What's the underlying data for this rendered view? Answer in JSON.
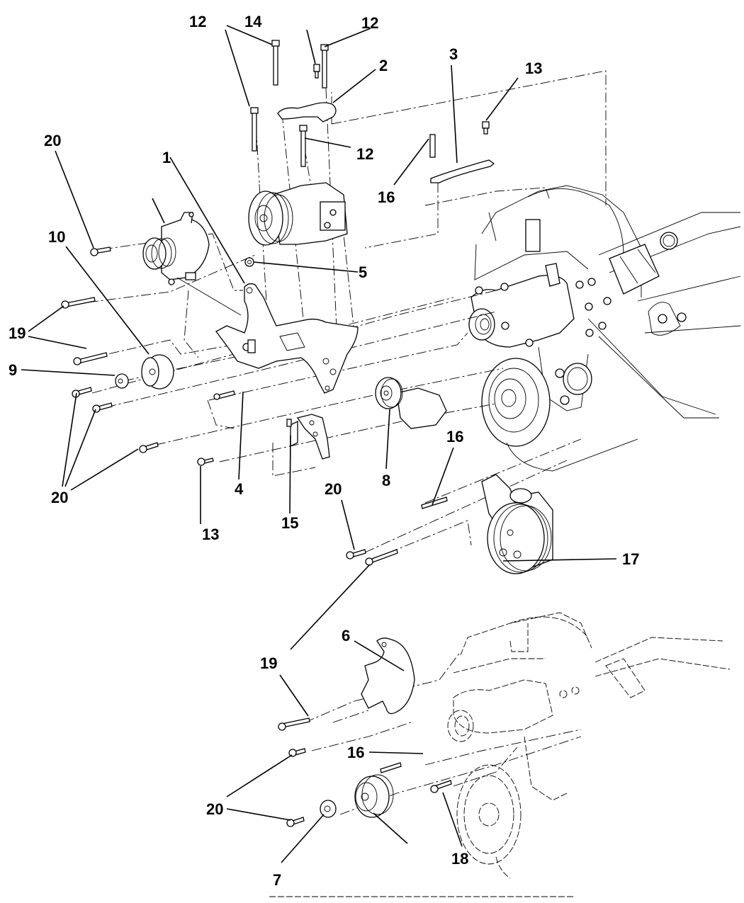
{
  "diagram": {
    "title": "Alternator, A/C Compressor & Power Steering Pump Mounting",
    "colors": {
      "ink": "#000000",
      "paper": "#ffffff"
    },
    "callouts": [
      {
        "id": "c12a",
        "label": "12"
      },
      {
        "id": "c14",
        "label": "14"
      },
      {
        "id": "c12b",
        "label": "12"
      },
      {
        "id": "c2",
        "label": "2"
      },
      {
        "id": "c3",
        "label": "3"
      },
      {
        "id": "c13a",
        "label": "13"
      },
      {
        "id": "c12c",
        "label": "12"
      },
      {
        "id": "c20a",
        "label": "20"
      },
      {
        "id": "c1",
        "label": "1"
      },
      {
        "id": "c12d",
        "label": "12"
      },
      {
        "id": "c16a",
        "label": "16"
      },
      {
        "id": "c10",
        "label": "10"
      },
      {
        "id": "c5",
        "label": "5"
      },
      {
        "id": "c19a",
        "label": "19"
      },
      {
        "id": "c9",
        "label": "9"
      },
      {
        "id": "c20b",
        "label": "20"
      },
      {
        "id": "c16b",
        "label": "16"
      },
      {
        "id": "c13b",
        "label": "13"
      },
      {
        "id": "c4",
        "label": "4"
      },
      {
        "id": "c15",
        "label": "15"
      },
      {
        "id": "c8",
        "label": "8"
      },
      {
        "id": "c20c",
        "label": "20"
      },
      {
        "id": "c17",
        "label": "17"
      },
      {
        "id": "c19b",
        "label": "19"
      },
      {
        "id": "c6",
        "label": "6"
      },
      {
        "id": "c19c",
        "label": "19"
      },
      {
        "id": "c16c",
        "label": "16"
      },
      {
        "id": "c20d",
        "label": "20"
      },
      {
        "id": "c20e",
        "label": "20"
      },
      {
        "id": "c18",
        "label": "18"
      },
      {
        "id": "c7",
        "label": "7"
      }
    ]
  }
}
